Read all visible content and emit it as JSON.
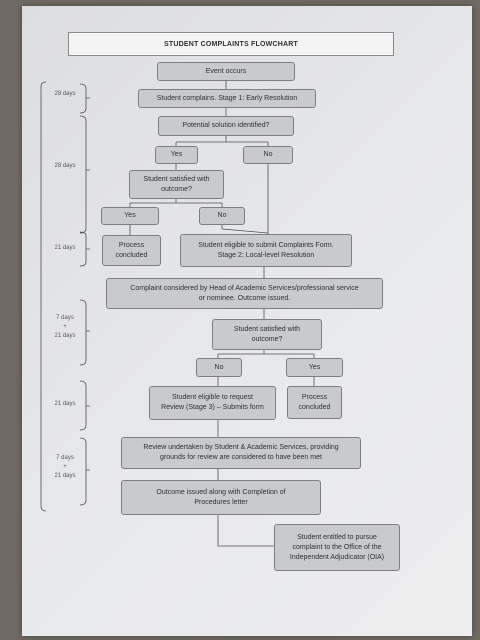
{
  "title": "STUDENT COMPLAINTS FLOWCHART",
  "timeline": [
    {
      "key": "t1",
      "text": "28 days"
    },
    {
      "key": "t2",
      "text": "28 days"
    },
    {
      "key": "t3",
      "text": "21 days"
    },
    {
      "key": "t4",
      "text": "7 days\n+\n21 days"
    },
    {
      "key": "t5",
      "text": "21 days"
    },
    {
      "key": "t6",
      "text": "7 days\n+\n21 days"
    }
  ],
  "nodes": {
    "event": "Event occurs",
    "stage1": "Student complains. Stage 1: Early Resolution",
    "potential": "Potential solution identified?",
    "yes1": "Yes",
    "no1": "No",
    "satisfied1": "Student satisfied with\noutcome?",
    "yes2": "Yes",
    "no2": "No",
    "concluded1": "Process\nconcluded",
    "stage2": "Student eligible to submit Complaints Form.\nStage 2: Local-level Resolution",
    "considered": "Complaint considered by Head of Academic Services/professional service\nor nominee. Outcome issued.",
    "satisfied2": "Student satisfied with\noutcome?",
    "no3": "No",
    "yes3": "Yes",
    "review_request": "Student eligible to request\nReview (Stage 3) – Submits form",
    "concluded2": "Process\nconcluded",
    "review": "Review undertaken by Student & Academic Services, providing\ngrounds for review are considered to have been met",
    "outcome": "Outcome issued along with Completion of\nProcedures letter",
    "oia": "Student entitled to pursue\ncomplaint to the Office of the\nIndependent Adjudicator (OIA)"
  }
}
